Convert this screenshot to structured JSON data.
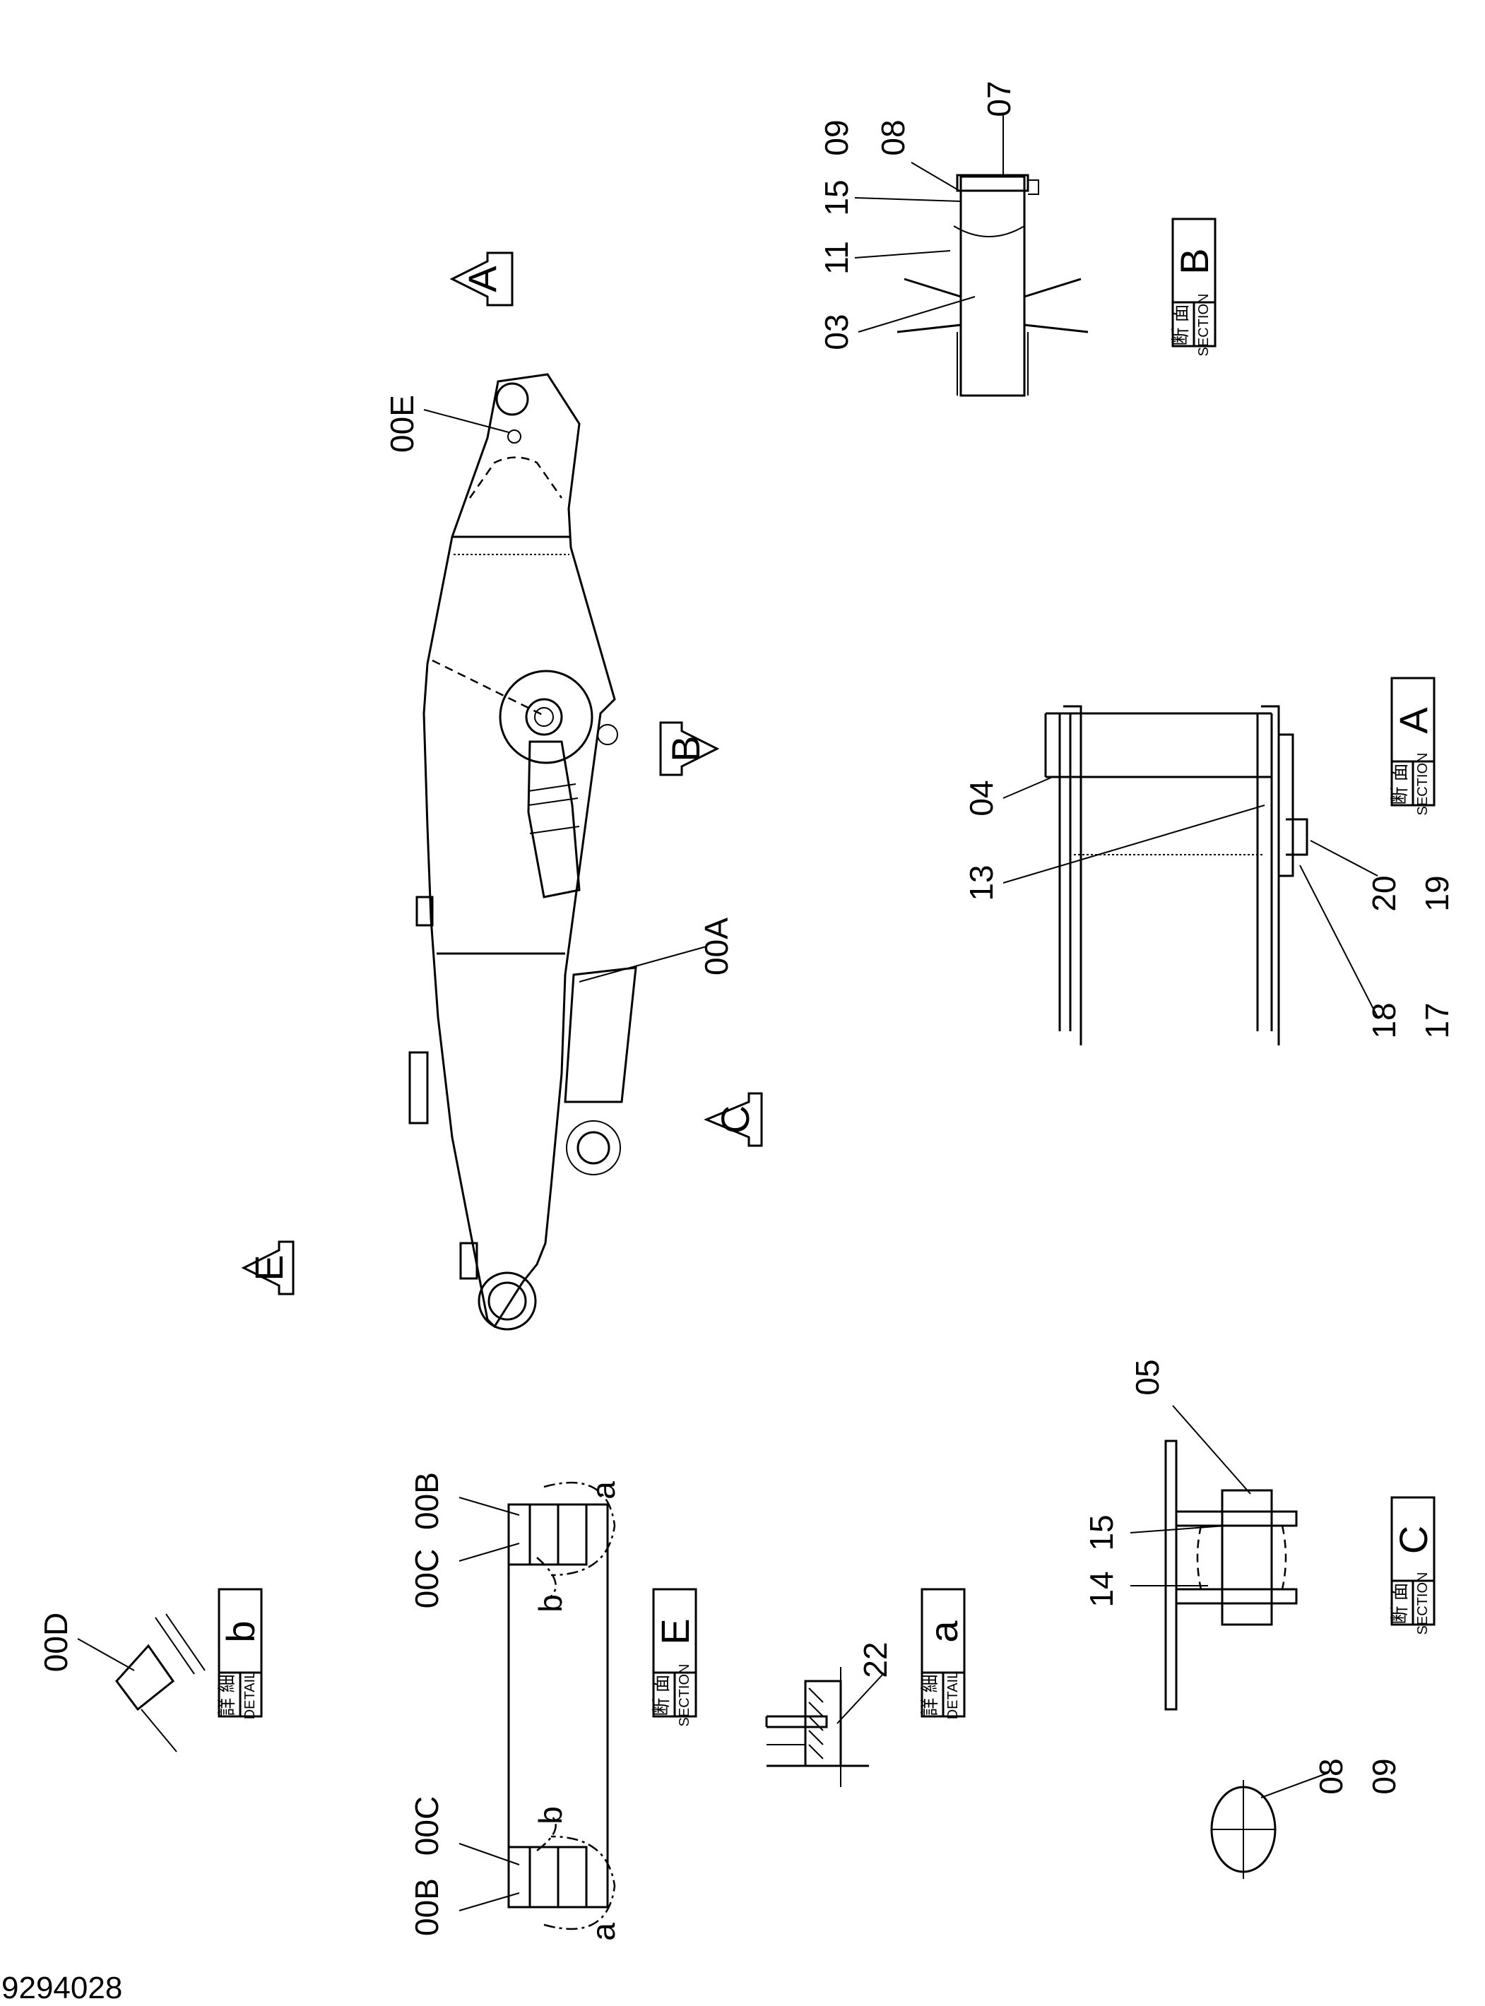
{
  "document": {
    "number": "9294028"
  },
  "boards": {
    "detail_jp": "詳 細",
    "detail_en": "DETAIL",
    "section_jp": "断 面",
    "section_en": "SECTION"
  },
  "view_markers": {
    "A": "A",
    "B": "B",
    "C": "C",
    "E": "E"
  },
  "section_tags": {
    "A": "A",
    "B": "B",
    "C": "C",
    "E": "E"
  },
  "detail_tags": {
    "a": "a",
    "b": "b"
  },
  "main_view": {
    "callout_00E": "00E",
    "callout_00A": "00A"
  },
  "section_b": {
    "c03": "03",
    "c11": "11",
    "c15": "15",
    "c09": "09",
    "c08": "08",
    "c07": "07"
  },
  "section_a": {
    "c04": "04",
    "c13": "13",
    "c20": "20",
    "c19": "19",
    "c18": "18",
    "c17": "17"
  },
  "section_c": {
    "c05": "05",
    "c15": "15",
    "c14": "14"
  },
  "section_e": {
    "c00C_top": "00C",
    "c00B_top": "00B",
    "c00B_bottom": "00B",
    "c00C_bottom": "00C",
    "detail_a_top": "a",
    "detail_b_top": "b",
    "detail_b_bottom": "b",
    "detail_a_bottom": "a"
  },
  "detail_a": {
    "c22": "22"
  },
  "detail_b": {
    "c00D": "00D"
  },
  "washer_view": {
    "c08": "08",
    "c09": "09"
  }
}
